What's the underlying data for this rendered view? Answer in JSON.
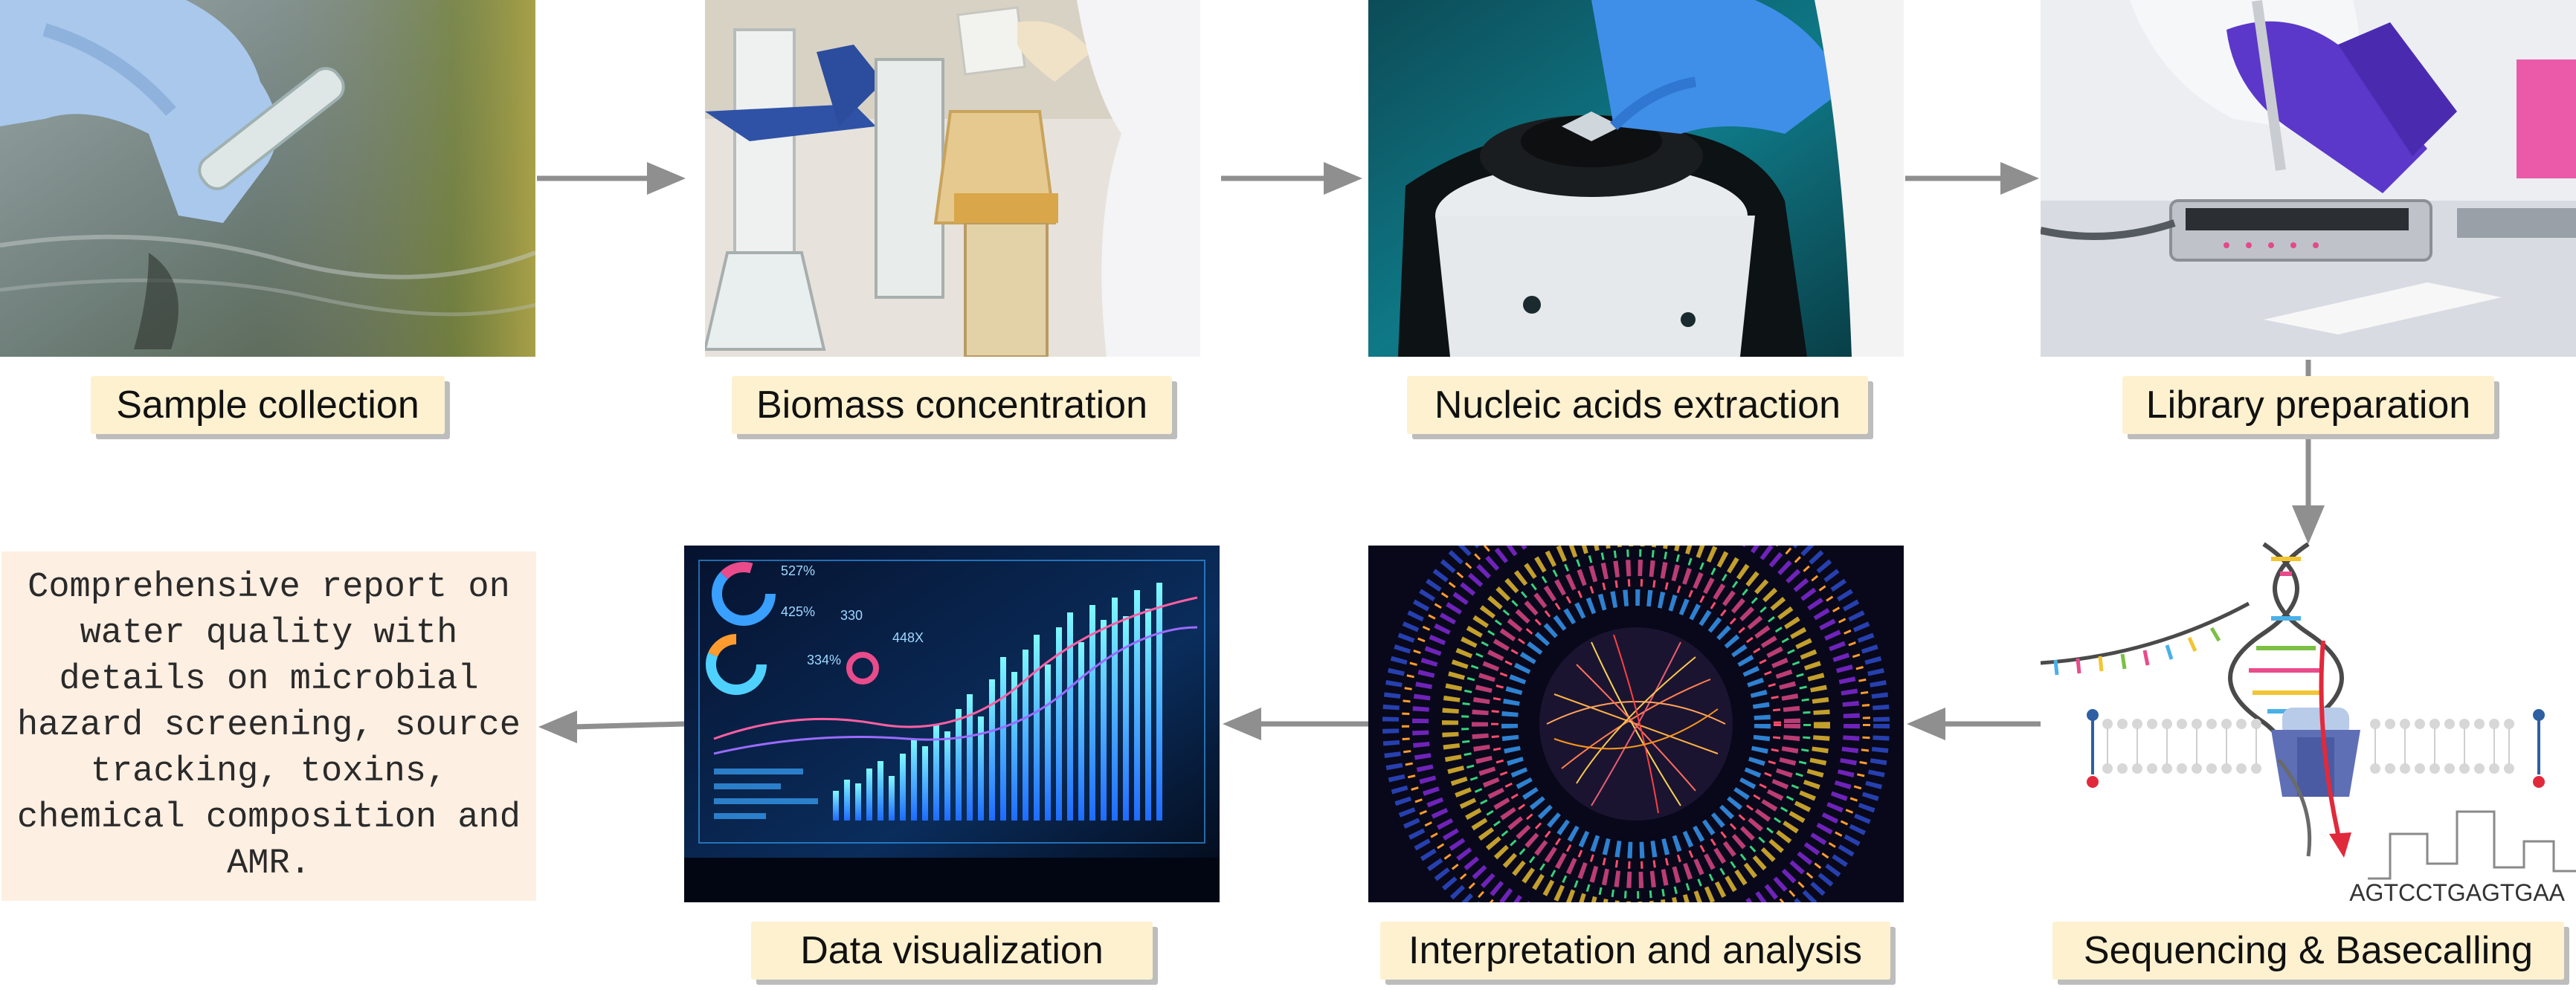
{
  "steps": {
    "sample_collection": "Sample collection",
    "biomass_concentration": "Biomass concentration",
    "nucleic_acids_extraction": "Nucleic acids extraction",
    "library_preparation": "Library preparation",
    "sequencing_basecalling": "Sequencing & Basecalling",
    "interpretation_analysis": "Interpretation and analysis",
    "data_visualization": "Data visualization"
  },
  "report_text": "Comprehensive report on water quality with details on microbial hazard screening, source tracking, toxins, chemical composition and AMR.",
  "sequence_readout": "AGTCCTGAGTGAA",
  "dashboard_readouts": [
    "527%",
    "425%",
    "330",
    "334%",
    "448X"
  ],
  "colors": {
    "arrow": "#8f8f8f",
    "label_background": "#fdf1cf",
    "report_background": "#fdefe2",
    "glove_blue": "#8fb7e6",
    "glove_purple": "#5b38c9"
  },
  "icons": [
    "flow-arrow-icon",
    "dna-helix-icon",
    "nanopore-protein-icon",
    "strand-exit-arrow-icon"
  ]
}
